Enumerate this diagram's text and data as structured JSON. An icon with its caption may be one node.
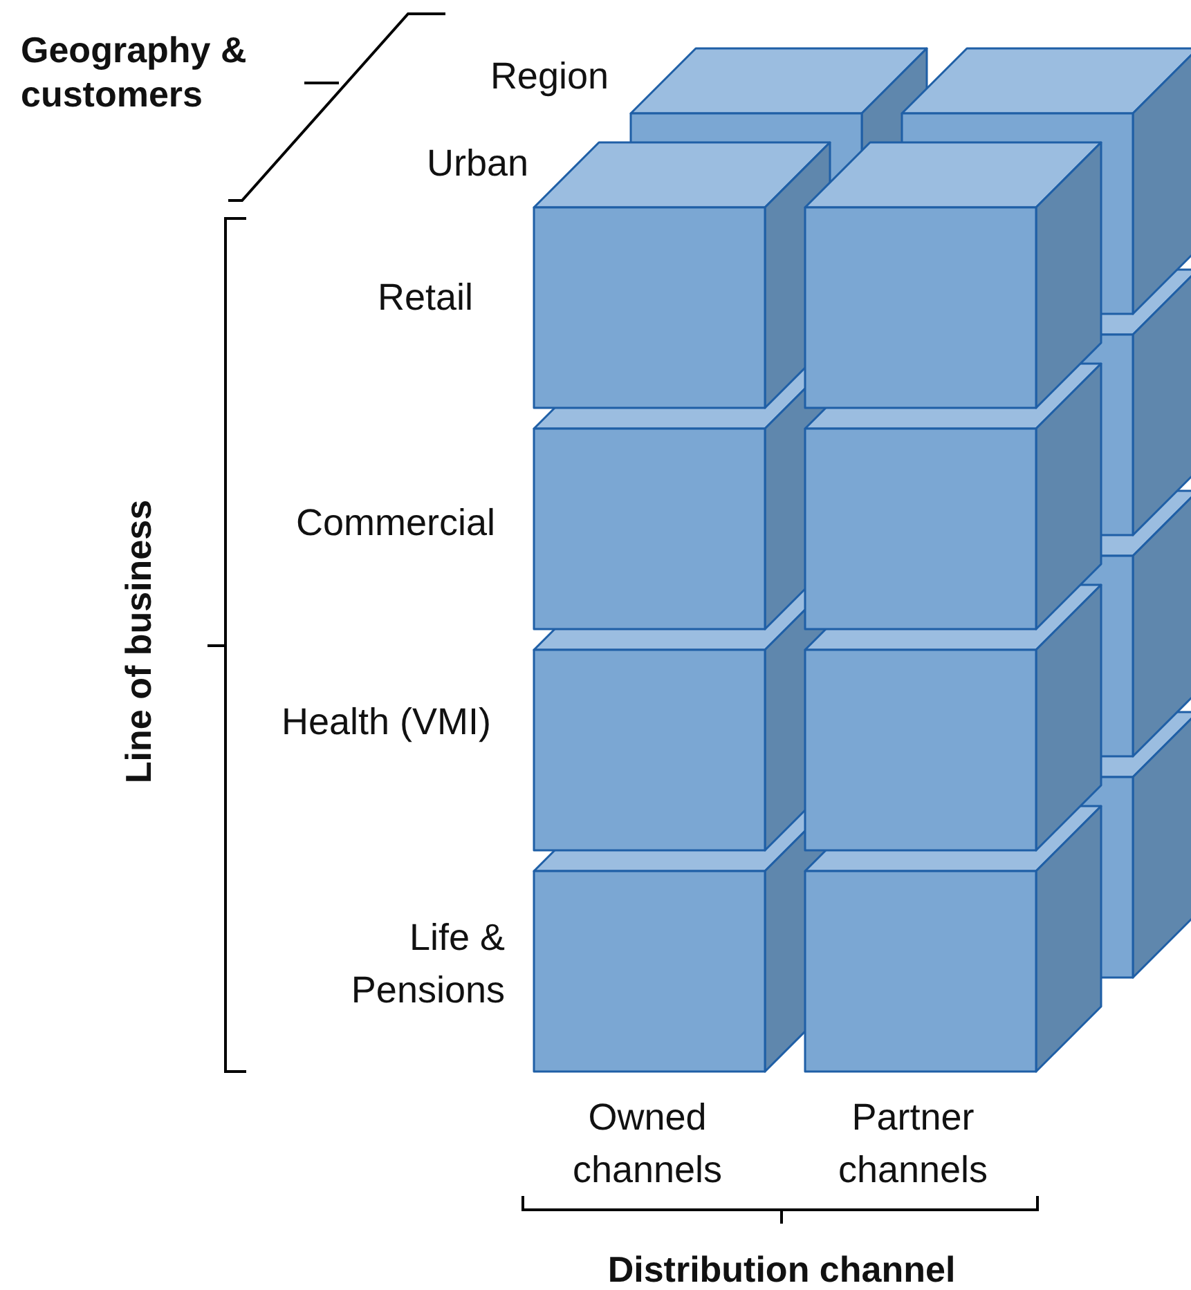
{
  "diagram": {
    "labels": [
      "Geography & customers",
      "Region",
      "Urban",
      "Retail",
      "Line of business",
      "Commercial",
      "Health (VMI)",
      "Life & Pensions",
      "Owned channels",
      "Partner channels",
      "Distribution channel"
    ]
  }
}
